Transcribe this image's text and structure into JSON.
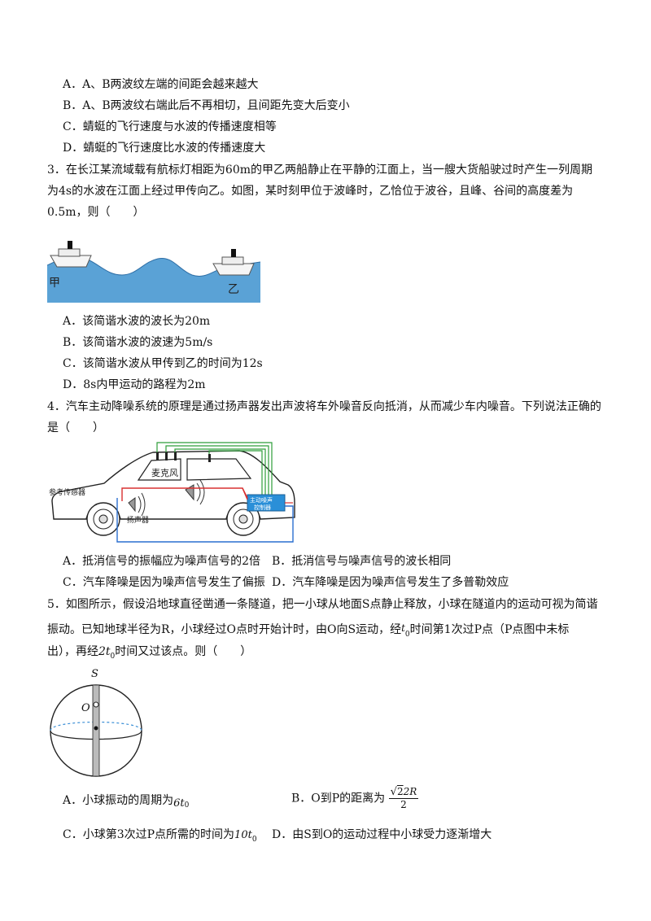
{
  "q2_options": [
    "A．A、B两波纹左端的间距会越来越大",
    "B．A、B两波纹右端此后不再相切，且间距先变大后变小",
    "C．蜻蜓的飞行速度与水波的传播速度相等",
    "D．蜻蜓的飞行速度比水波的传播速度大"
  ],
  "q3": {
    "stem": [
      "3．在长江某流域载有航标灯相距为60m的甲乙两船静止在平静的江面上，当一艘大货船驶过时产生一列周期",
      "为4s的水波在江面上经过甲传向乙。如图，某时刻甲位于波峰时，乙恰位于波谷，且峰、谷间的高度差为",
      "0.5m，则（　　）"
    ],
    "fig_labels": {
      "left": "甲",
      "right": "乙"
    },
    "options": [
      "A．该简谐水波的波长为20m",
      "B．该简谐水波的波速为5m/s",
      "C．该简谐水波从甲传到乙的时间为12s",
      "D．8s内甲运动的路程为2m"
    ]
  },
  "q4": {
    "stem": [
      "4．汽车主动降噪系统的原理是通过扬声器发出声波将车外噪音反向抵消，从而减少车内噪音。下列说法正确的",
      "是（　　）"
    ],
    "fig_labels": {
      "mic": "麦克风",
      "ref_sensor": "参考传感器",
      "speaker": "扬声器",
      "controller_l1": "主动噪声",
      "controller_l2": "控制器"
    },
    "options": [
      "A．抵消信号的振幅应为噪声信号的2倍",
      "B．抵消信号与噪声信号的波长相同",
      "C．汽车降噪是因为噪声信号发生了偏振",
      "D．汽车降噪是因为噪声信号发生了多普勒效应"
    ]
  },
  "q5": {
    "stem_l1": "5．如图所示，假设沿地球直径凿通一条隧道，把一小球从地面S点静止释放，小球在隧道内的运动可视为简谐",
    "stem_l2": "振动。已知地球半径为R，小球经过O点时开始计时，由O向S运动，经",
    "stem_l2_math": "t",
    "stem_l2_sub": "0",
    "stem_l2_tail": "时间第1次过P点（P点图中未标",
    "stem_l3_pre": "出），再经",
    "stem_l3_math": "2t",
    "stem_l3_sub": "0",
    "stem_l3_tail": "时间又过该点。则（　　）",
    "fig_labels": {
      "s": "S",
      "o": "O"
    },
    "optA_text": "A．小球振动的周期为",
    "optA_math": "6t",
    "optA_sub": "0",
    "optB_text": "B．O到P的距离为",
    "optB_num": "2R",
    "optB_den": "2",
    "optC_text": "C．小球第3次过P点所需的时间为",
    "optC_math": "10t",
    "optC_sub": "0",
    "optD_text": "D．由S到O的运动过程中小球受力逐渐增大"
  }
}
